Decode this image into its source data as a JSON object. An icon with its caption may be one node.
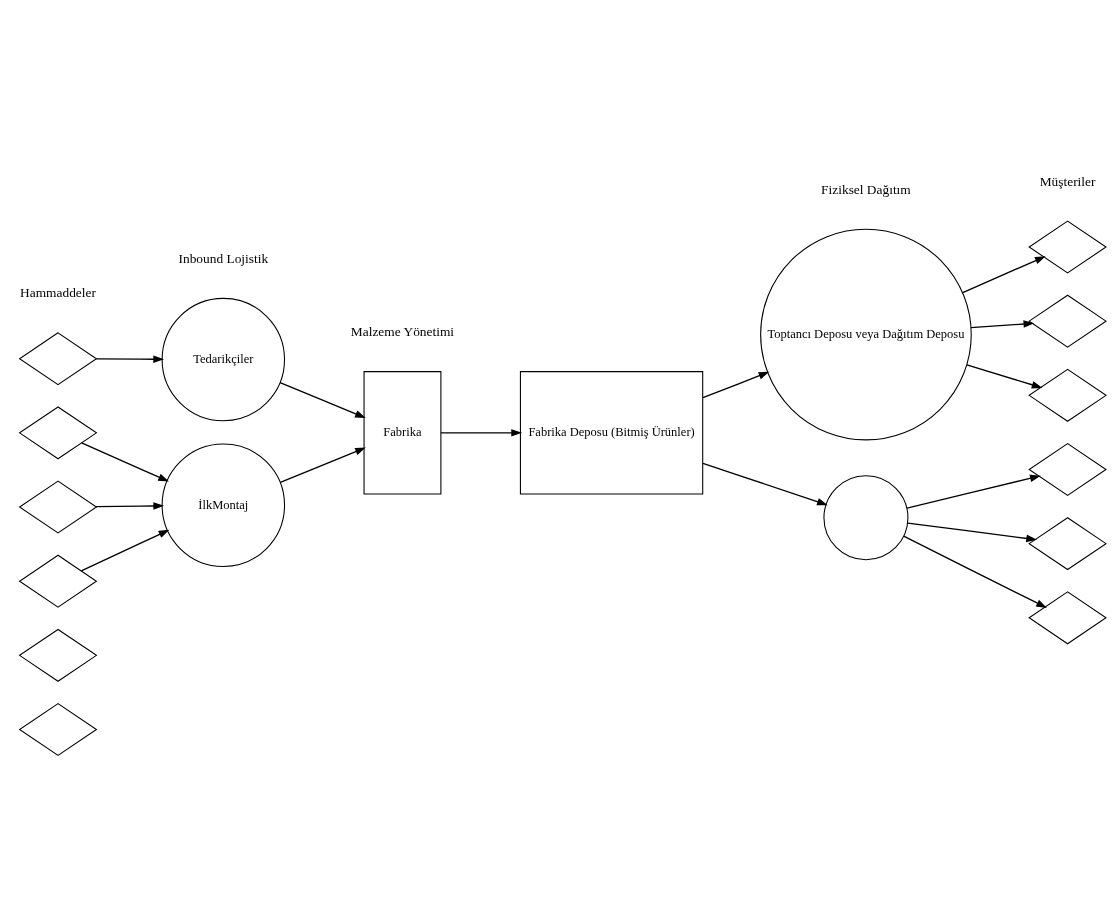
{
  "diagram": {
    "nodes": [
      {
        "text": [],
        "shape": "diamond"
      },
      {
        "text": [],
        "shape": "diamond"
      },
      {
        "text": [],
        "shape": "diamond"
      },
      {
        "text": [],
        "shape": "diamond"
      },
      {
        "text": [],
        "shape": "diamond"
      },
      {
        "text": [],
        "shape": "diamond"
      },
      {
        "text": [
          "Tedarikçiler"
        ]
      },
      {
        "text": [
          "İlkMontaj"
        ]
      },
      {
        "text": [
          "Fabrika"
        ]
      },
      {
        "text": [
          "Fabrika Deposu (Bitmiş Ürünler)"
        ]
      },
      {
        "text": [
          "Toptancı Deposu veya Dağıtım Deposu"
        ]
      },
      {
        "text": [],
        "shape": "circle"
      },
      {
        "text": [],
        "shape": "diamond"
      },
      {
        "text": [],
        "shape": "diamond"
      },
      {
        "text": [],
        "shape": "diamond"
      },
      {
        "text": [],
        "shape": "diamond"
      },
      {
        "text": [],
        "shape": "diamond"
      },
      {
        "text": [],
        "shape": "diamond"
      }
    ],
    "edges": [
      {
        "from": 2,
        "to": 6,
        "arrow": "to"
      },
      {
        "from": 3,
        "to": 7,
        "arrow": "to"
      },
      {
        "from": 4,
        "to": 7,
        "arrow": "to"
      },
      {
        "from": 5,
        "to": 7,
        "arrow": "to"
      },
      {
        "from": 6,
        "to": 8,
        "arrow": "to"
      },
      {
        "from": 7,
        "to": 8,
        "arrow": "to"
      },
      {
        "from": 8,
        "to": 9,
        "arrow": "to"
      },
      {
        "from": 9,
        "to": 10,
        "arrow": "to"
      },
      {
        "from": 9,
        "to": 11,
        "arrow": "to"
      },
      {
        "from": 10,
        "to": 12,
        "arrow": "to"
      },
      {
        "from": 10,
        "to": 13,
        "arrow": "to"
      },
      {
        "from": 10,
        "to": 14,
        "arrow": "to"
      },
      {
        "from": 11,
        "to": 15,
        "arrow": "to"
      },
      {
        "from": 11,
        "to": 16,
        "arrow": "to"
      },
      {
        "from": 11,
        "to": 17,
        "arrow": "to"
      }
    ],
    "labels": [
      "Hammaddeler",
      "Müşteriler",
      "Inbound Lojistik",
      "Malzeme Yönetimi",
      "Fiziksel Dağıtım"
    ]
  }
}
